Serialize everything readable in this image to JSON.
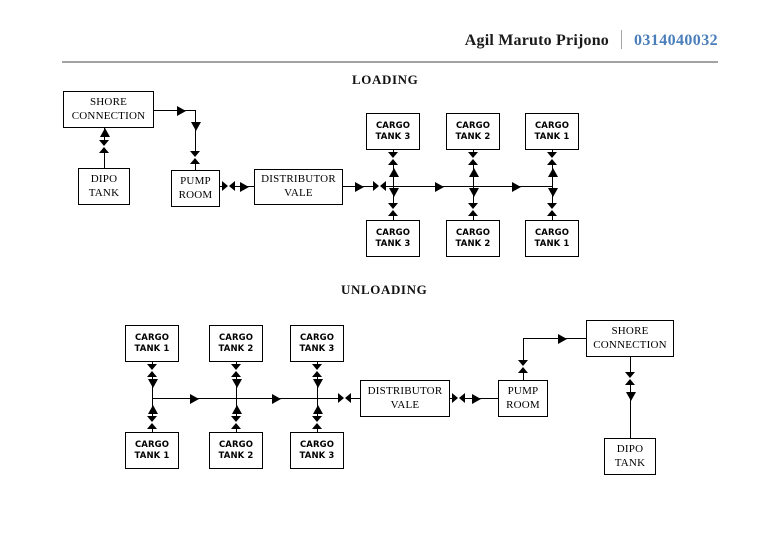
{
  "header": {
    "name": "Agil Maruto Prijono",
    "id": "0314040032",
    "id_color": "#4a7ebb",
    "divider_color": "#a6a6a6",
    "rule_color": "#a3a3a3"
  },
  "sections": [
    {
      "title": "LOADING"
    },
    {
      "title": "UNLOADING"
    }
  ],
  "loading": {
    "title": "LOADING",
    "nodes": {
      "shore_connection": {
        "line1": "SHORE",
        "line2": "CONNECTION"
      },
      "dipo_tank": {
        "line1": "DIPO",
        "line2": "TANK"
      },
      "pump_room": {
        "line1": "PUMP",
        "line2": "ROOM"
      },
      "distributor_vale": {
        "line1": "DISTRIBUTOR",
        "line2": "VALE"
      }
    },
    "tanks": [
      {
        "top": {
          "line1": "CARGO",
          "line2": "TANK 3"
        },
        "bottom": {
          "line1": "CARGO",
          "line2": "TANK 3"
        }
      },
      {
        "top": {
          "line1": "CARGO",
          "line2": "TANK 2"
        },
        "bottom": {
          "line1": "CARGO",
          "line2": "TANK 2"
        }
      },
      {
        "top": {
          "line1": "CARGO",
          "line2": "TANK 1"
        },
        "bottom": {
          "line1": "CARGO",
          "line2": "TANK 1"
        }
      }
    ]
  },
  "unloading": {
    "title": "UNLOADING",
    "nodes": {
      "distributor_vale": {
        "line1": "DISTRIBUTOR",
        "line2": "VALE"
      },
      "pump_room": {
        "line1": "PUMP",
        "line2": "ROOM"
      },
      "shore_connection": {
        "line1": "SHORE",
        "line2": "CONNECTION"
      },
      "dipo_tank": {
        "line1": "DIPO",
        "line2": "TANK"
      }
    },
    "tanks": [
      {
        "top": {
          "line1": "CARGO",
          "line2": "TANK 1"
        },
        "bottom": {
          "line1": "CARGO",
          "line2": "TANK 1"
        }
      },
      {
        "top": {
          "line1": "CARGO",
          "line2": "TANK 2"
        },
        "bottom": {
          "line1": "CARGO",
          "line2": "TANK 2"
        }
      },
      {
        "top": {
          "line1": "CARGO",
          "line2": "TANK 3"
        },
        "bottom": {
          "line1": "CARGO",
          "line2": "TANK 3"
        }
      }
    ]
  },
  "symbols": {
    "valve": "gate-valve-symbol",
    "arrow": "flow-arrow"
  }
}
